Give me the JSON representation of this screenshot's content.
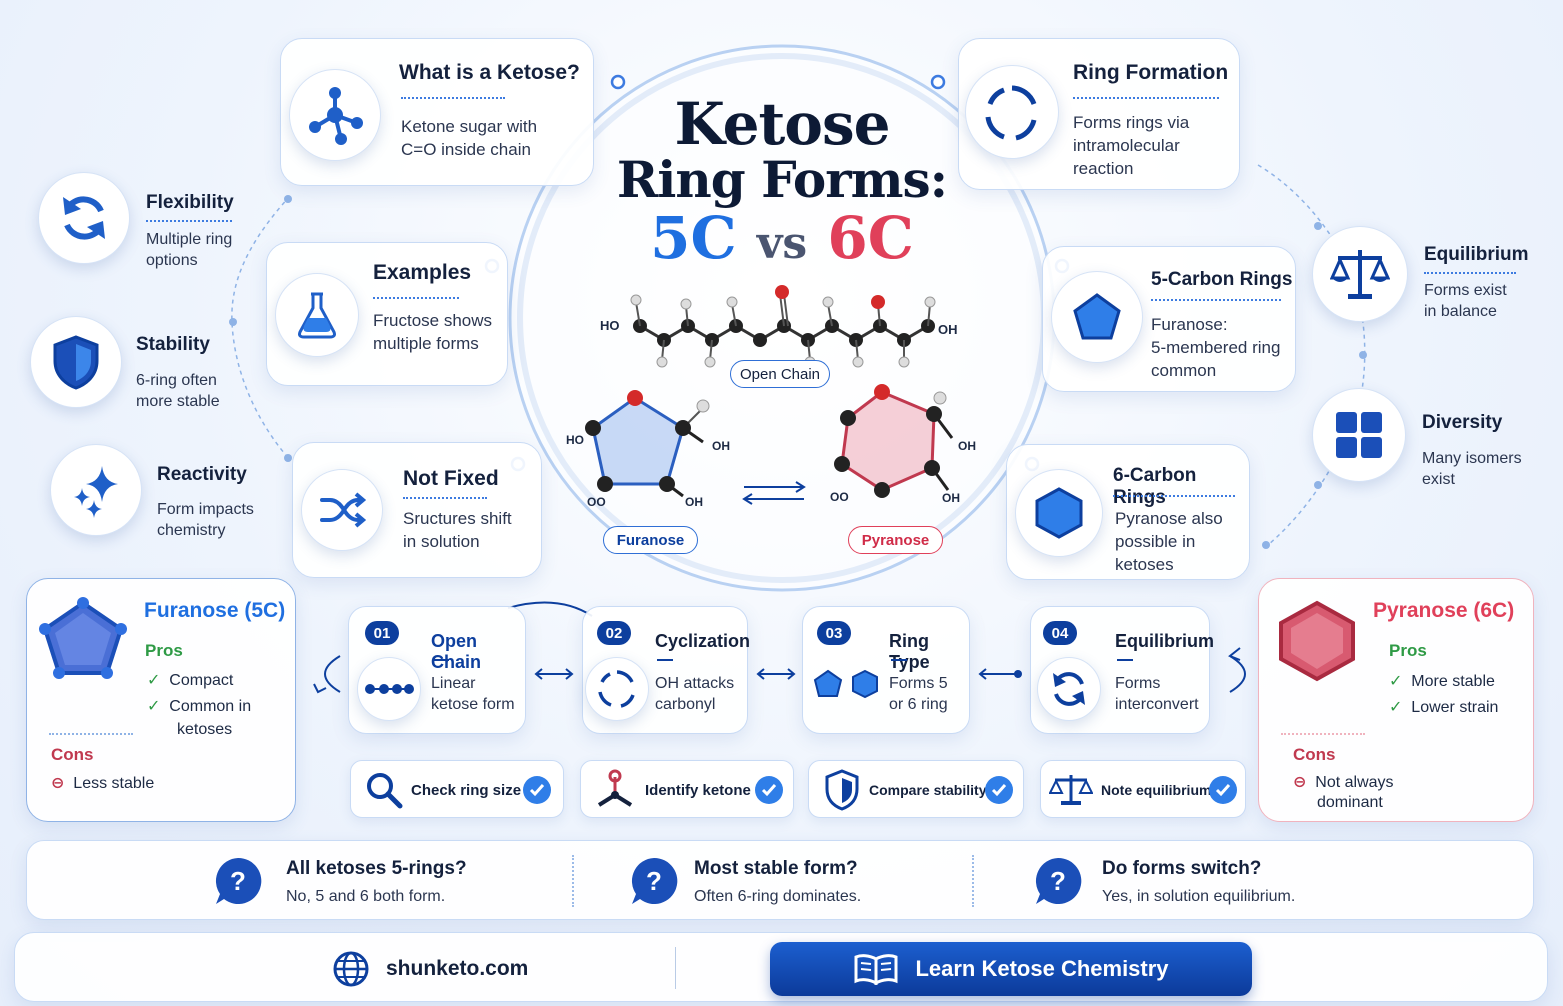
{
  "title": {
    "line1": "Ketose",
    "line2": "Ring Forms:",
    "left": "5C",
    "mid": "vs",
    "right": "6C"
  },
  "center": {
    "open_chain_label": "Open Chain",
    "furanose_label": "Furanose",
    "pyranose_label": "Pyranose",
    "ho_left": "HO",
    "oh_right": "OH",
    "fur_ho": "HO",
    "fur_oh1": "OH",
    "fur_oo": "OO",
    "fur_oh2": "OH",
    "pyr_oh1": "OH",
    "pyr_oo": "OO",
    "pyr_oh2": "OH"
  },
  "inner_cards": {
    "what": {
      "title": "What is a Ketose?",
      "desc1": "Ketone sugar with",
      "desc2": "C=O inside chain"
    },
    "examples": {
      "title": "Examples",
      "desc1": "Fructose shows",
      "desc2": "multiple forms"
    },
    "notfixed": {
      "title": "Not Fixed",
      "desc1": "Sructures shift",
      "desc2": "in solution"
    },
    "ring": {
      "title": "Ring Formation",
      "desc1": "Forms rings via",
      "desc2": "intramolecular",
      "desc3": "reaction"
    },
    "c5": {
      "title": "5-Carbon Rings",
      "desc1": "Furanose:",
      "desc2": "5-membered ring",
      "desc3": "common"
    },
    "c6": {
      "title": "6-Carbon Rings",
      "desc1": "Pyranose also",
      "desc2": "possible in",
      "desc3": "ketoses"
    }
  },
  "side_left": [
    {
      "title": "Flexibility",
      "desc1": "Multiple ring",
      "desc2": "options"
    },
    {
      "title": "Stability",
      "desc1": "6-ring often",
      "desc2": "more stable"
    },
    {
      "title": "Reactivity",
      "desc1": "Form impacts",
      "desc2": "chemistry"
    }
  ],
  "side_right": [
    {
      "title": "Equilibrium",
      "desc1": "Forms exist",
      "desc2": "in balance"
    },
    {
      "title": "Diversity",
      "desc1": "Many isomers",
      "desc2": "exist"
    }
  ],
  "furanose_panel": {
    "title": "Furanose (5C)",
    "pros_label": "Pros",
    "pros": [
      "Compact",
      "Common in",
      "ketoses"
    ],
    "cons_label": "Cons",
    "cons": [
      "Less stable"
    ]
  },
  "pyranose_panel": {
    "title": "Pyranose (6C)",
    "pros_label": "Pros",
    "pros": [
      "More stable",
      "Lower strain"
    ],
    "cons_label": "Cons",
    "cons": [
      "Not always",
      "dominant"
    ]
  },
  "steps": [
    {
      "num": "01",
      "title": "Open Chain",
      "desc1": "Linear",
      "desc2": "ketose form"
    },
    {
      "num": "02",
      "title": "Cyclization",
      "desc1": "OH attacks",
      "desc2": "carbonyl"
    },
    {
      "num": "03",
      "title": "Ring Type",
      "desc1": "Forms 5",
      "desc2": "or 6 ring"
    },
    {
      "num": "04",
      "title": "Equilibrium",
      "desc1": "Forms",
      "desc2": "interconvert"
    }
  ],
  "checks": [
    "Check ring size",
    "Identify ketone",
    "Compare stability",
    "Note equilibrium"
  ],
  "faq": [
    {
      "q": "All ketoses 5-rings?",
      "a": "No, 5 and 6 both form."
    },
    {
      "q": "Most stable form?",
      "a": "Often 6-ring dominates."
    },
    {
      "q": "Do forms switch?",
      "a": "Yes, in solution equilibrium."
    }
  ],
  "footer": {
    "site": "shunketo.com",
    "cta": "Learn Ketose Chemistry"
  },
  "colors": {
    "blue_accent": "#1f6fe0",
    "red_accent": "#e0405a",
    "navy": "#0d3f9e",
    "green": "#2e9a45"
  },
  "icons": [
    "molecule-icon",
    "flask-icon",
    "shuffle-icon",
    "cycle-icon",
    "pentagon-icon",
    "hexagon-icon",
    "refresh-icon",
    "shield-icon",
    "sparkle-icon",
    "scales-icon",
    "grid-icon",
    "search-icon",
    "ketone-icon",
    "question-icon",
    "globe-icon",
    "book-icon"
  ]
}
